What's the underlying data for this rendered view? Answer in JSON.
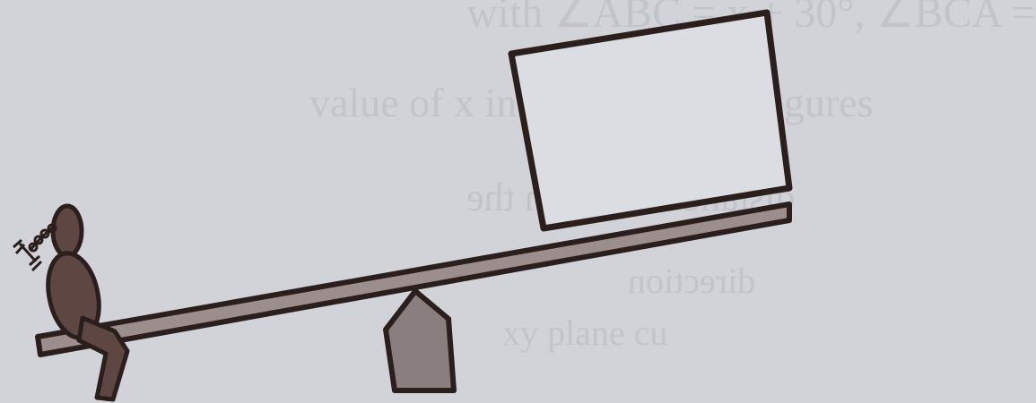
{
  "bleed_through": {
    "line1": "with ∠ABC = x + 30°, ∠BCA =",
    "line2": "value of x in the following figures",
    "line3": "distance between the",
    "line4": "direction",
    "line5": "xy plane cu"
  },
  "colors": {
    "paper": "#d2d3d8",
    "ink": "#2a1f1c",
    "figure_fill": "#5e4743",
    "plank_fill": "#9c8e8c",
    "fulcrum_fill": "#8b7e7e",
    "box_fill": "#dcdde2"
  },
  "figure": {
    "icons": [
      "person-icon",
      "plank",
      "fulcrum",
      "box",
      "chain-with-bone"
    ]
  }
}
